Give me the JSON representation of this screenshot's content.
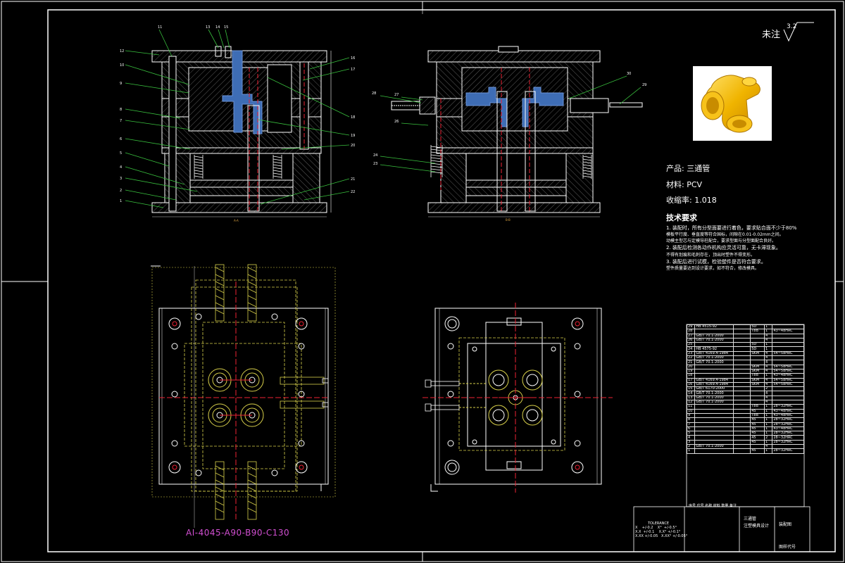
{
  "drawing": {
    "note_mark": "未注",
    "roughness_value": "3.2",
    "spec_code": "AI-4045-A90-B90-C130",
    "section_label_left": "A-A",
    "section_label_right": "B-B"
  },
  "product_info": {
    "product": "产品: 三通管",
    "material": "材料: PCV",
    "shrinkage": "收缩率: 1.018"
  },
  "requirements": {
    "title": "技术要求",
    "lines": [
      "1. 装配时，所有分型面要进行着色，要求贴合面不少于80%",
      "模板平行度、垂直度等符合国标，间隙在0.01-0.02mm之间。",
      "动模主型芯与定模导柱配合，要求型面与分型面配合良好。",
      "2. 装配后检测各动作机构应灵活可靠，无卡滞现象。",
      "不得有划痕和毛刺存在，顶出时塑件不得变形。",
      "3. 装配后进行试模，检验塑件是否符合要求。",
      "塑件质量要达到设计要求，如不符合，修改模具。"
    ]
  },
  "bom_rows": [
    [
      "29",
      "HB 4515-92",
      "",
      "5D",
      "1",
      ""
    ],
    [
      "28",
      "",
      "",
      "T8B",
      "1",
      "43~48HRC"
    ],
    [
      "27",
      "GB/T 70.1-2000",
      "",
      "",
      "4",
      ""
    ],
    [
      "26",
      "GB/T 70.1-2000",
      "",
      "",
      "4",
      ""
    ],
    [
      "25",
      "",
      "",
      "5D",
      "1",
      ""
    ],
    [
      "24",
      "HB 4575-92",
      "",
      "5D",
      "1",
      ""
    ],
    [
      "23",
      "GB/T 4169.4-1984",
      "",
      "SKM",
      "4",
      "54~58HRC"
    ],
    [
      "22",
      "GB/T 70.1-2000",
      "",
      "",
      "4",
      ""
    ],
    [
      "21",
      "GB/T 70.1-2000",
      "",
      "",
      "4",
      ""
    ],
    [
      "20",
      "",
      "",
      "SKM",
      "4",
      "54~58HRC"
    ],
    [
      "19",
      "",
      "",
      "SKM",
      "4",
      "54~58HRC"
    ],
    [
      "18",
      "",
      "",
      "T8B",
      "1",
      "43~48HRC"
    ],
    [
      "17",
      "GB/T 4169.4-1984",
      "",
      "SKM",
      "4",
      "54~58HRC"
    ],
    [
      "16",
      "GB/T 4169.4-1984",
      "",
      "SKM",
      "4",
      "54~58HRC"
    ],
    [
      "15",
      "GB/T 6170-2000",
      "",
      "",
      "2",
      ""
    ],
    [
      "14",
      "GB/T 70.1-2000",
      "",
      "",
      "4",
      ""
    ],
    [
      "13",
      "GB/T 70.1-2000",
      "",
      "",
      "4",
      ""
    ],
    [
      "12",
      "GB/T 70.1-2000",
      "",
      "",
      "4",
      ""
    ],
    [
      "11",
      "",
      "",
      "T8B",
      "1",
      "28~32HRC"
    ],
    [
      "10",
      "",
      "",
      "45",
      "1",
      "43~48HRC"
    ],
    [
      "9",
      "",
      "",
      "T8B",
      "1",
      "43~48HRC"
    ],
    [
      "8",
      "",
      "",
      "45",
      "1",
      "28~32HRC"
    ],
    [
      "7",
      "",
      "",
      "45",
      "1",
      "28~32HRC"
    ],
    [
      "6",
      "",
      "",
      "45",
      "1",
      "43~48HRC"
    ],
    [
      "5",
      "",
      "",
      "45",
      "1",
      "28~32HRC"
    ],
    [
      "4",
      "",
      "",
      "45",
      "2",
      "28~32HRC"
    ],
    [
      "3",
      "",
      "",
      "45",
      "1",
      "28~32HRC"
    ],
    [
      "2",
      "GB/T 70.1-2000",
      "",
      "",
      "4",
      ""
    ],
    [
      "1",
      "",
      "",
      "45",
      "1",
      "28~32HRC"
    ]
  ],
  "title_block": {
    "header": "序号  代号  名称  材料  数量  备注",
    "part_name": "三通管",
    "design_title": "注塑模具设计",
    "drawing_name": "装配图",
    "drawing_no": "图样代号"
  },
  "tolerance": {
    "title": "TOLERANCE",
    "rows": [
      "X    +/-0.2    X°  +/-0.5°",
      "X.X  +/-0.1    X.X° +/-0.1°",
      "X.XX +/-0.05   X.XX° +/-0.05°"
    ]
  }
}
